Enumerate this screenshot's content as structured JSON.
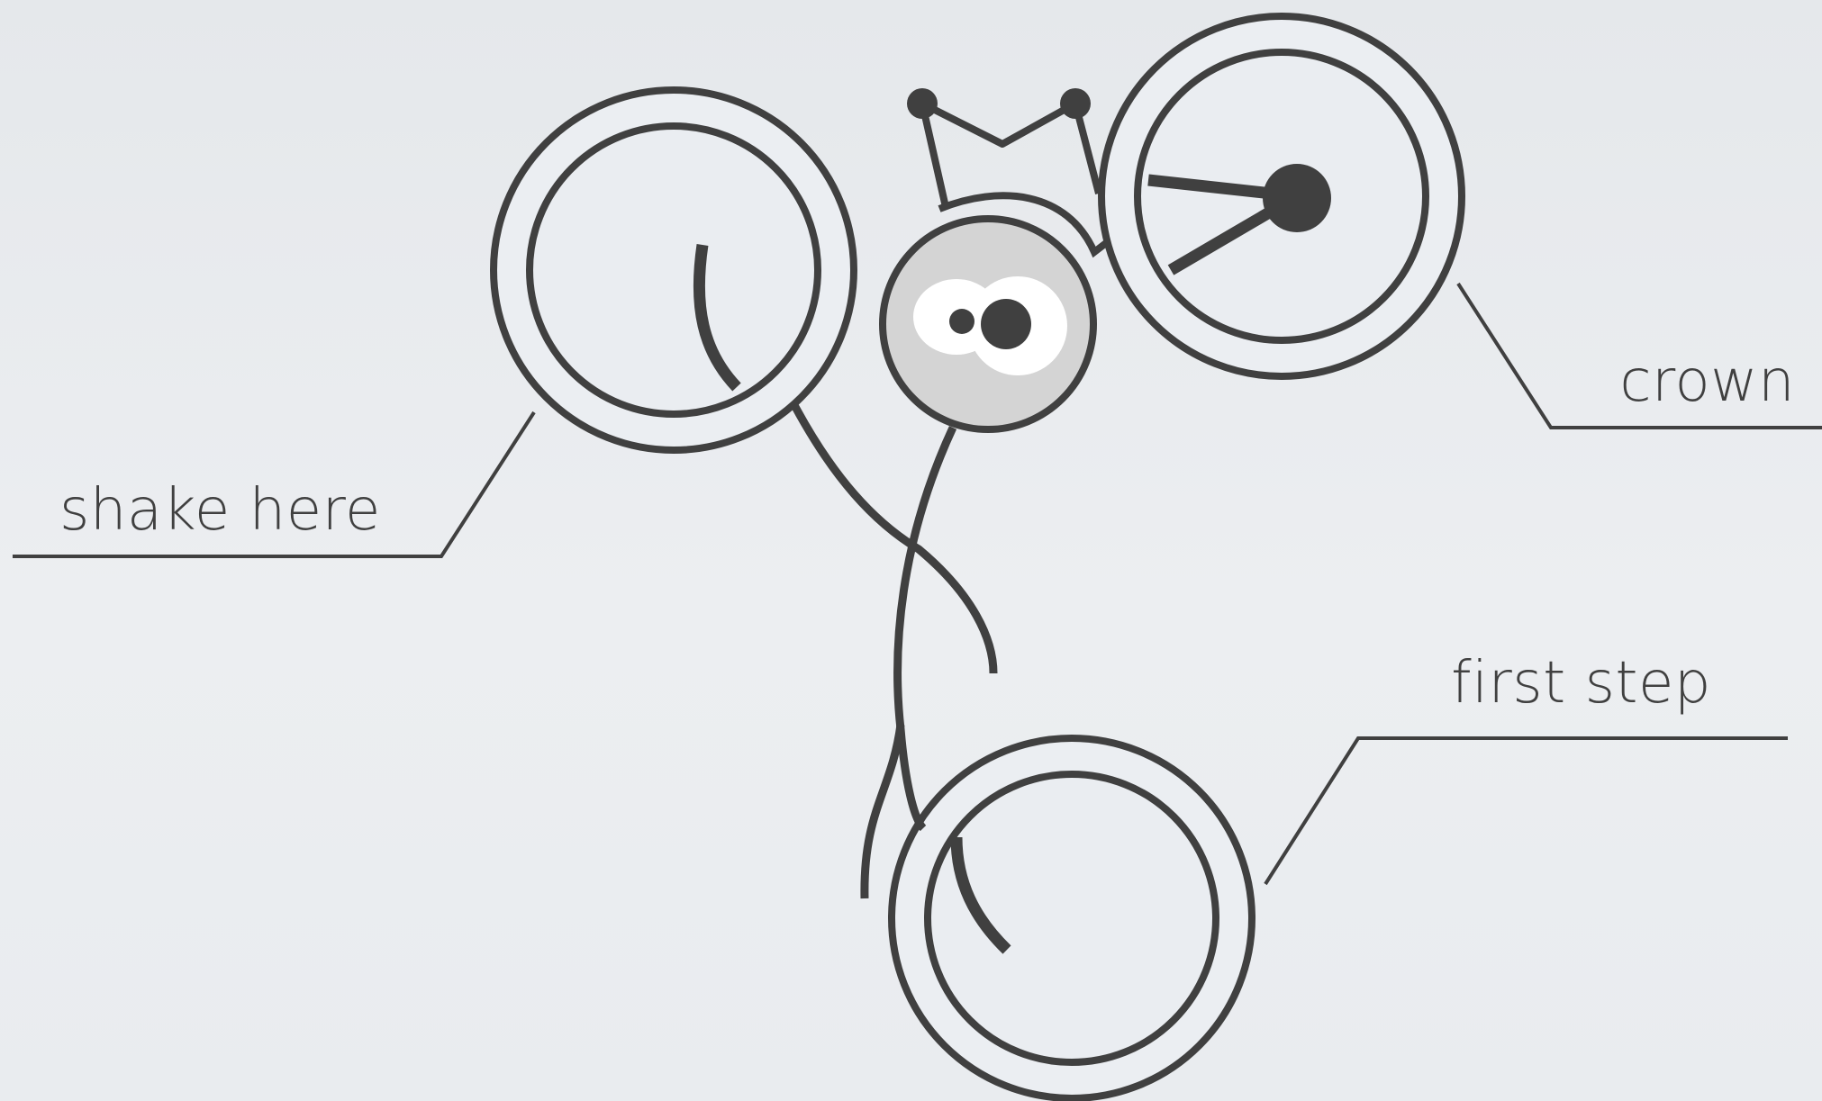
{
  "labels": {
    "shake_here": "shake here",
    "crown": "crown",
    "first_step": "first step"
  },
  "colors": {
    "background": "#e8ebee",
    "stroke": "#404040",
    "ring_fill": "#ebeef2",
    "head_fill": "#d4d4d4",
    "eye_white": "#ffffff"
  }
}
